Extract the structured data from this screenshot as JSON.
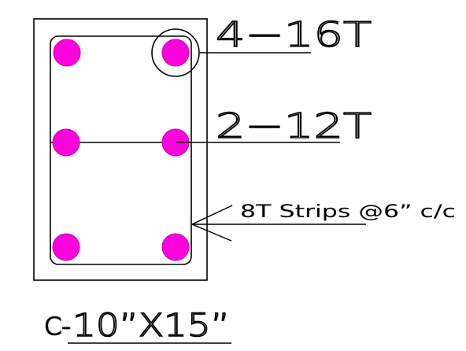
{
  "callouts": {
    "main_bars": "4−16T",
    "side_bars": "2−12T",
    "stirrups": "8T Strips @6” c/c"
  },
  "section": {
    "prefix": "C-",
    "size": "10”X15”"
  },
  "colors": {
    "rebar_fill": "#ff00dd",
    "rebar_stroke": "#c000b0",
    "line": "#000000",
    "background": "#ffffff"
  }
}
